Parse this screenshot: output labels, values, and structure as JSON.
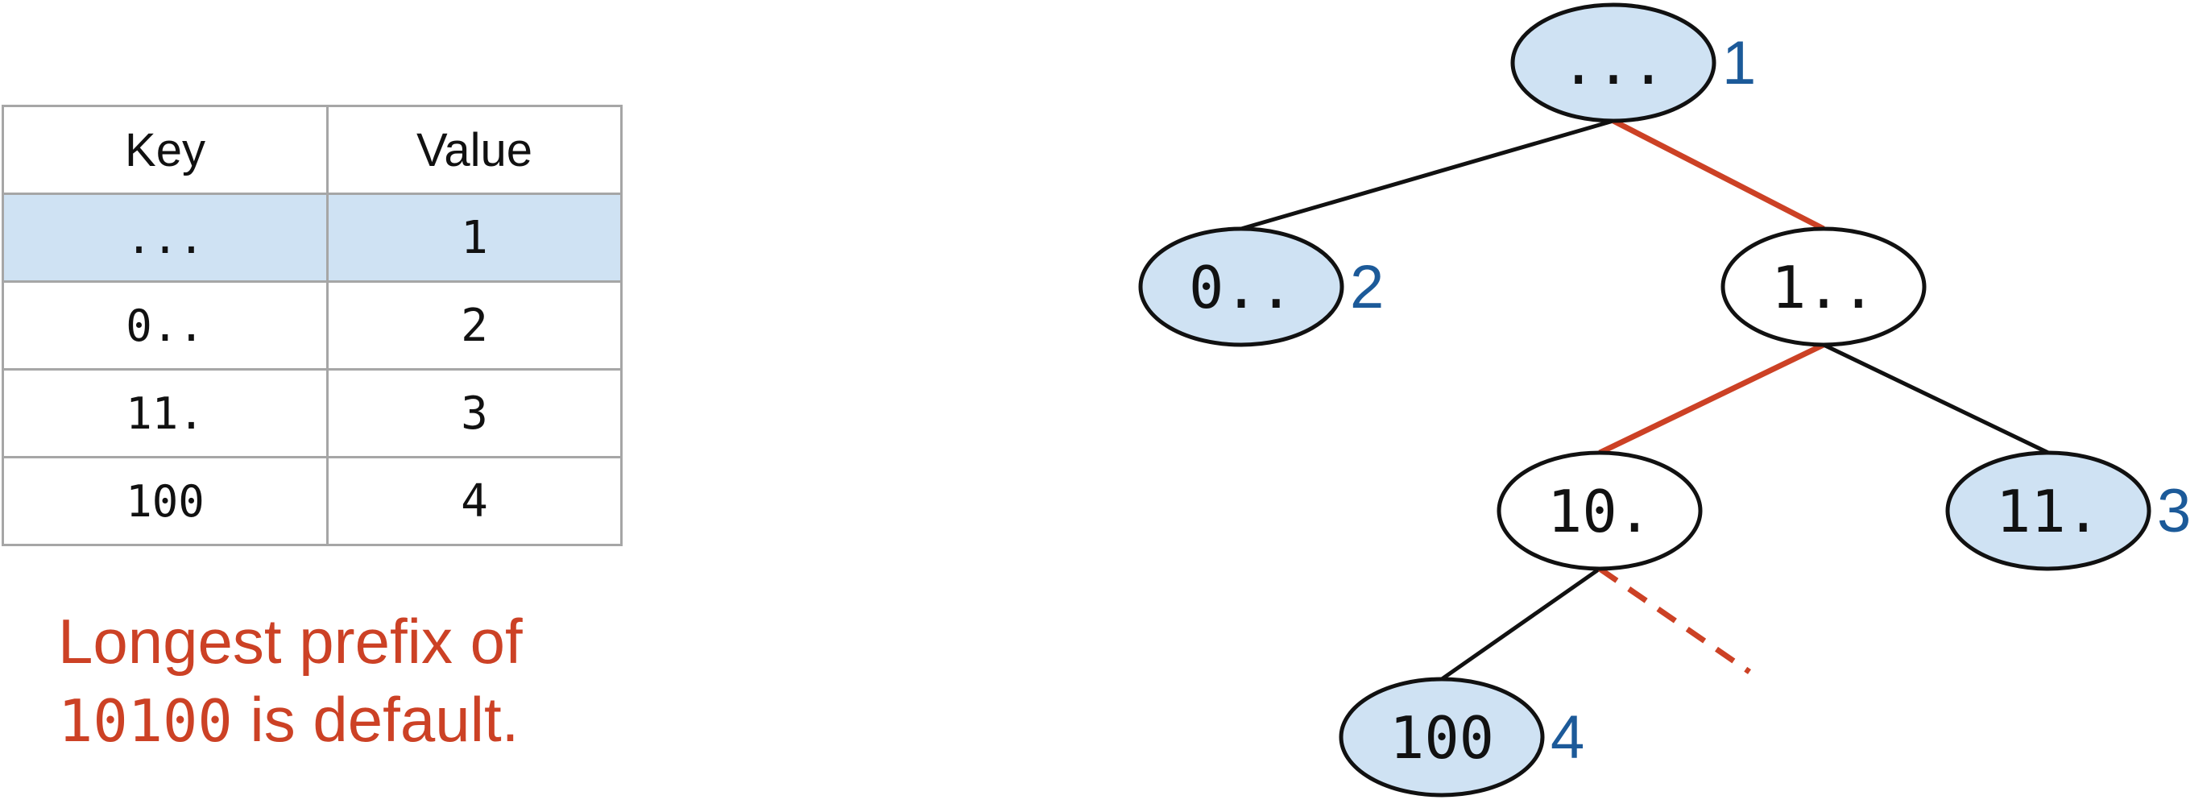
{
  "table": {
    "headers": [
      "Key",
      "Value"
    ],
    "rows": [
      {
        "key": "...",
        "value": "1",
        "highlighted": true
      },
      {
        "key": "0..",
        "value": "2",
        "highlighted": false
      },
      {
        "key": "11.",
        "value": "3",
        "highlighted": false
      },
      {
        "key": "100",
        "value": "4",
        "highlighted": false
      }
    ]
  },
  "caption": {
    "line1": "Longest prefix of",
    "key": "10100",
    "rest": " is default."
  },
  "colors": {
    "highlight_fill": "#cfe2f3",
    "path_edge": "#cc4125",
    "edge": "#111111",
    "value_label": "#1c5a99",
    "caption": "#cc4125"
  },
  "trie": {
    "nodes": [
      {
        "id": "root",
        "label": "...",
        "value": "1",
        "filled": true
      },
      {
        "id": "n0",
        "label": "0..",
        "value": "2",
        "filled": true
      },
      {
        "id": "n1",
        "label": "1..",
        "value": "",
        "filled": false
      },
      {
        "id": "n10",
        "label": "10.",
        "value": "",
        "filled": false
      },
      {
        "id": "n11",
        "label": "11.",
        "value": "3",
        "filled": true
      },
      {
        "id": "n100",
        "label": "100",
        "value": "4",
        "filled": true
      }
    ],
    "edges": [
      {
        "from": "root",
        "to": "n0",
        "style": "normal"
      },
      {
        "from": "root",
        "to": "n1",
        "style": "path"
      },
      {
        "from": "n1",
        "to": "n10",
        "style": "path"
      },
      {
        "from": "n1",
        "to": "n11",
        "style": "normal"
      },
      {
        "from": "n10",
        "to": "n100",
        "style": "normal"
      },
      {
        "from": "n10",
        "to": "missing",
        "style": "path-dashed"
      }
    ]
  }
}
